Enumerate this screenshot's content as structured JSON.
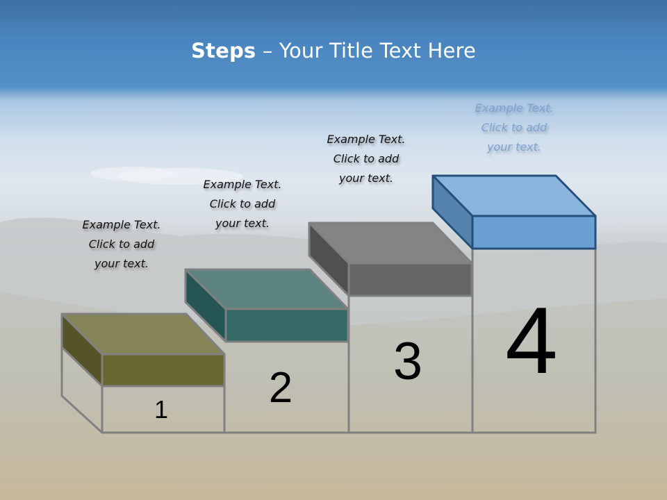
{
  "slide": {
    "title_bold": "Steps",
    "title_rest": " – Your Title Text Here"
  },
  "steps": [
    {
      "number": "1",
      "caption_line1": "Example Text.",
      "caption_line2": "Click  to add",
      "caption_line3": "your text.",
      "top_color": "#848457",
      "front_color": "#686830",
      "side_color": "#545428"
    },
    {
      "number": "2",
      "caption_line1": "Example Text.",
      "caption_line2": "Click  to add",
      "caption_line3": "your text.",
      "top_color": "#5d8380",
      "front_color": "#356966",
      "side_color": "#265653"
    },
    {
      "number": "3",
      "caption_line1": "Example Text.",
      "caption_line2": "Click  to add",
      "caption_line3": "your text.",
      "top_color": "#848484",
      "front_color": "#666666",
      "side_color": "#505050"
    },
    {
      "number": "4",
      "caption_line1": "Example Text.",
      "caption_line2": "Click  to add",
      "caption_line3": "your text.",
      "top_color": "#89b4dc",
      "front_color": "#6aa0d2",
      "side_color": "#5484ad"
    }
  ],
  "colors": {
    "header_blue": "#4a85bf",
    "outline_gray": "#808080",
    "box4_border": "#254f7a"
  }
}
